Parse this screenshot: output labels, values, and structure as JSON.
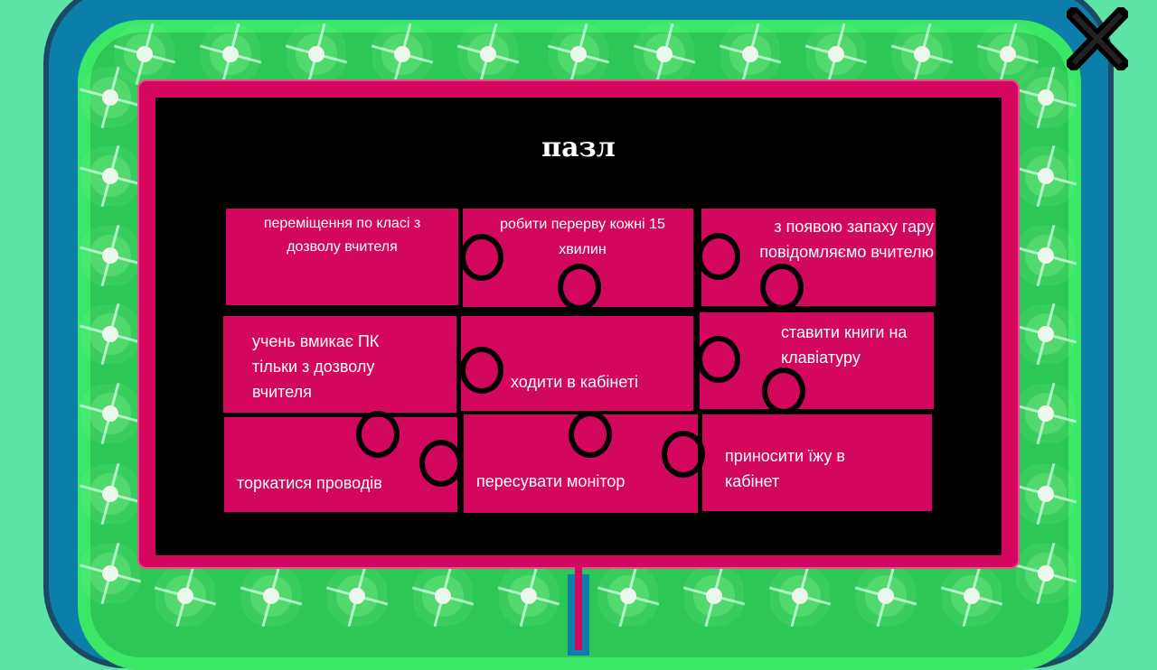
{
  "title": "пазл",
  "tiles": [
    "переміщення  по класі з дозволу вчителя",
    "робити  перерву кожні 15 хвилин",
    "з появою запаху гару повідомляємо вчителю",
    "учень вмикає ПК тільки з дозволу вчителя",
    "ходити в кабінеті",
    "ставити книги на клавіатуру",
    "торкатися проводів",
    "пересувати монітор",
    "приносити їжу в кабінет"
  ],
  "colors": {
    "tile": "#d4075f",
    "background": "#5ce3a5",
    "frame": "#0b7fa9"
  },
  "close_icon": "close-x-icon"
}
